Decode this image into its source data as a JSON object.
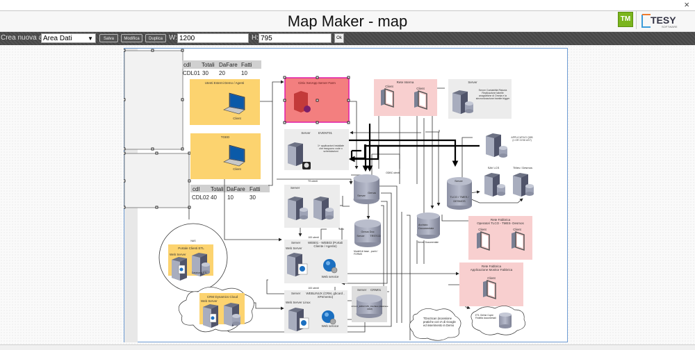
{
  "window": {
    "close_label": "×"
  },
  "header": {
    "title": "Map Maker - map",
    "logo_tm": "TM",
    "logo_brand": "TESY",
    "logo_sub": "SOFTWARE"
  },
  "toolbar": {
    "create_label": "Crea nuova area:",
    "area_type_selected": "Area Dati",
    "save_label": "Salva",
    "edit_label": "Modifica",
    "duplicate_label": "Duplica",
    "width_label": "W:",
    "width_value": "1200",
    "height_label": "H:",
    "height_value": "795",
    "ok_label": "Ok"
  },
  "tables": [
    {
      "headers": [
        "cdl",
        "Totali",
        "DaFare",
        "Fatti"
      ],
      "row": [
        "CDL01",
        "30",
        "20",
        "10"
      ]
    },
    {
      "headers": [
        "cdl",
        "Totali",
        "DaFare",
        "Fatti"
      ],
      "row": [
        "CDL02",
        "40",
        "10",
        "30"
      ]
    }
  ],
  "diagram": {
    "utenti_esterni": {
      "title": "Utenti Esterni Demo / Agenti",
      "client": "Client"
    },
    "tged": {
      "title": "TGED",
      "client": "Client"
    },
    "citrix": {
      "title": "Citrix XenApp Server Farm"
    },
    "rete_interna": {
      "title": "Rete Interna",
      "client1": "Client",
      "client2": "Client"
    },
    "server_contabilita": {
      "title": "Server",
      "desc": "Server Contabilità Ristoria Replicazione tabelle anagrafiche di Omnia e la sincronizzazione tramite trigger"
    },
    "event01": {
      "title": "Server",
      "name": "EVENT01",
      "desc": "1+ applicazioni installate che eseguono code o schedulazioni"
    },
    "applicativo": {
      "desc": "APPLICATIVO QDB (1 OR 3 EDI AS?)"
    },
    "genus_server": {
      "line1": "Genus",
      "line2": "Server",
      "label": "ODBC utenti"
    },
    "tlco_server": {
      "line1": "Server",
      "line2": "TLCO / TMES /",
      "line3": "DESMOS"
    },
    "sav_lcs": {
      "title": "SAV LCS"
    },
    "tmes_desmos": {
      "title": "TMes / Desmos"
    },
    "server_pair": {
      "title": "Server",
      "label": "TS utenti"
    },
    "genus_doc": {
      "line1": "Genus Doc",
      "line2": "Server",
      "line3": "TRSTCD",
      "caption": "Modelli di base , pochi / FORMS"
    },
    "archivio": {
      "line1": "Archivio",
      "line2": "Documentale",
      "caption": "Server Documentale"
    },
    "rete_fabbrica_1": {
      "title": "Rete Fabbrica",
      "subtitle": "Operatori TLCO - TMES- Desmos",
      "client1": "Client",
      "client2": "Client"
    },
    "rete_fabbrica_2": {
      "title": "Rete Fabbrica",
      "subtitle": "Applicazione Monitor Fabbrica",
      "client": "Client"
    },
    "web01": {
      "label": "100 utenti",
      "title": "Server",
      "name": "WEB01 -   WEB03 (Portali Cliente / Agente)",
      "web_server": "Web Server",
      "web_service": "Web service"
    },
    "weblinux": {
      "label": "100 utenti",
      "title": "Server",
      "name": "WEBLINUX (CRM, gbcard , XPemento)",
      "web_server": "Web Server Linux",
      "web_service": "Web service"
    },
    "crm01": {
      "title": "Server",
      "name": "CRM01",
      "db_label": "Articoli _ERGO MS_Interface (database CRM)"
    },
    "nas": {
      "title": "NAS",
      "portal": "Portale Clienti ETL",
      "web_server": "Web Server",
      "db": "Database ETL"
    },
    "crm_dynamics": {
      "title": "CRM Dynamics Cloud",
      "web_server": "Web Server"
    },
    "tdocscan": {
      "desc": "TDocScan (scansione pratiche con IA di Google ed inserimento in Demo"
    },
    "etl_cloud": {
      "desc": "ETL Online Copie Fedeltà documentali"
    }
  }
}
